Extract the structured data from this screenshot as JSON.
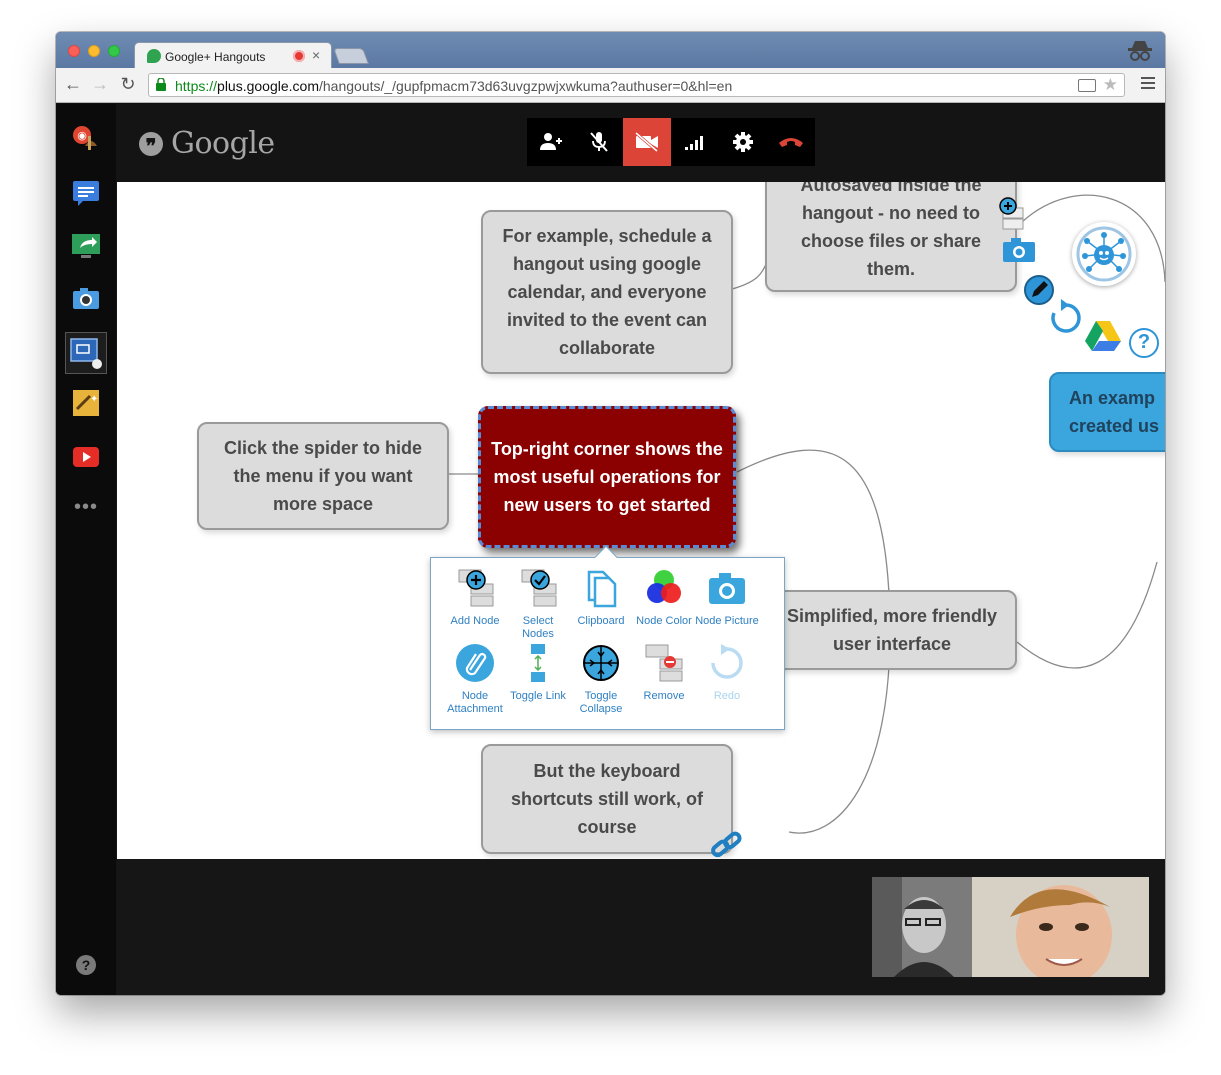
{
  "browser": {
    "tab_title": "Google+ Hangouts",
    "url_scheme": "https://",
    "url_host": "plus.google.com",
    "url_path": "/hangouts/_/gupfpmacm73d63uvgzpwjxwkuma?authuser=0&hl=en"
  },
  "app": {
    "brand": "Google",
    "call_controls": [
      "invite-people",
      "mute-microphone",
      "turn-off-camera",
      "bandwidth",
      "settings",
      "hang-up"
    ],
    "active_control": "turn-off-camera",
    "sidebar_apps": [
      "hangouts-toolbox",
      "chat",
      "screenshare",
      "capture",
      "mindmap-app",
      "effects",
      "youtube",
      "more"
    ],
    "help_label": "?",
    "accent_color": "#db4437"
  },
  "mindmap": {
    "nodes": {
      "autosaved": "Autosaved inside the hangout - no need to choose files or share them.",
      "example": "For example, schedule a hangout using google calendar, and everyone invited to the event can collaborate",
      "spider": "Click the spider to hide the menu if you want more space",
      "central": "Top-right corner shows the most useful operations for new users to get started",
      "simplified": "Simplified, more friendly user interface",
      "keyboard": "But the keyboard shortcuts still work, of course",
      "blue": "An examp created us"
    },
    "toolbar": {
      "add_node": "Add Node",
      "select_nodes": "Select Nodes",
      "clipboard": "Clipboard",
      "node_color": "Node Color",
      "node_picture": "Node Picture",
      "node_attachment": "Node Attachment",
      "toggle_link": "Toggle Link",
      "toggle_collapse": "Toggle Collapse",
      "remove": "Remove",
      "redo": "Redo"
    },
    "colors": {
      "central_fill": "#8b0000",
      "tool_accent": "#2f80c2",
      "node_fill": "#dcdcdc"
    }
  }
}
